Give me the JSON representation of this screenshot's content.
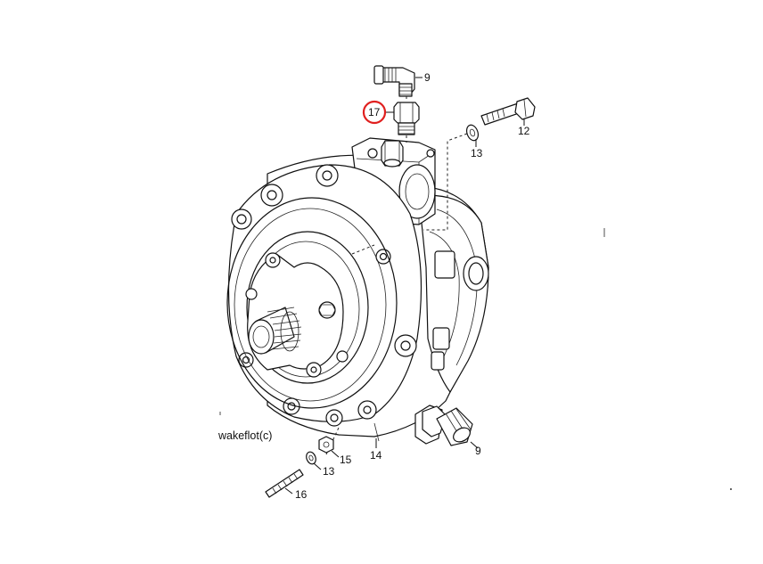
{
  "diagram": {
    "caption": "wakeflot(c)",
    "highlight_color": "#e0201f",
    "callouts": {
      "part_9_top": "9",
      "part_17": "17",
      "part_12": "12",
      "part_13_top": "13",
      "part_14": "14",
      "part_15": "15",
      "part_13_bottom": "13",
      "part_16": "16",
      "part_9_bottom": "9"
    },
    "highlighted_part": "17"
  }
}
